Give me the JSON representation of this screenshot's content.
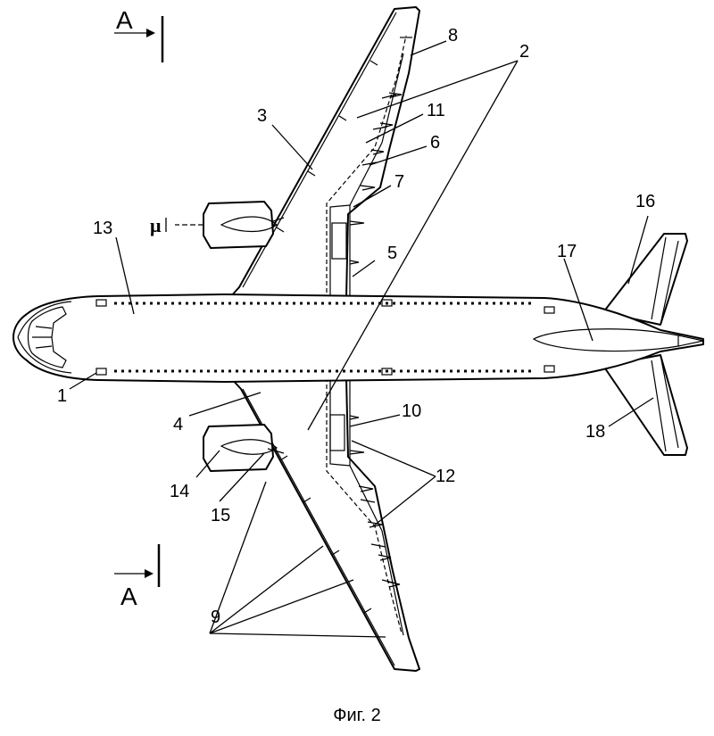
{
  "caption": "Фиг. 2",
  "section_marks": {
    "top": "A",
    "bottom": "A"
  },
  "mu_label": "μ",
  "callouts": {
    "c1": "1",
    "c2": "2",
    "c3": "3",
    "c4": "4",
    "c5": "5",
    "c6": "6",
    "c7": "7",
    "c8": "8",
    "c9": "9",
    "c10": "10",
    "c11": "11",
    "c12": "12",
    "c13": "13",
    "c14": "14",
    "c15": "15",
    "c16": "16",
    "c17": "17",
    "c18": "18"
  },
  "colors": {
    "line": "#000000",
    "background": "#ffffff"
  }
}
